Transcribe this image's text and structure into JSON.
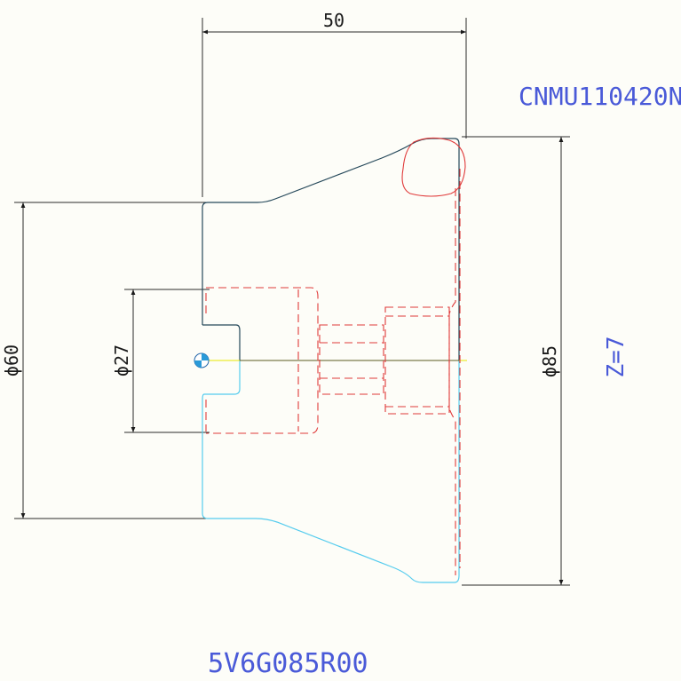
{
  "dimensions": {
    "width_dim": "50",
    "outer_diameter": "ϕ85",
    "left_diameter": "ϕ60",
    "bore_diameter": "ϕ27"
  },
  "labels": {
    "insert_code": "CNMU110420N",
    "teeth": "Z=7",
    "part_code": "5V6G085R00"
  },
  "colors": {
    "annotation_blue": "#4a5ad8",
    "upper_profile": "#25485a",
    "lower_profile": "#55ccee",
    "hidden_red": "#e03a3a",
    "centerline_yellow": "#e6e600"
  }
}
